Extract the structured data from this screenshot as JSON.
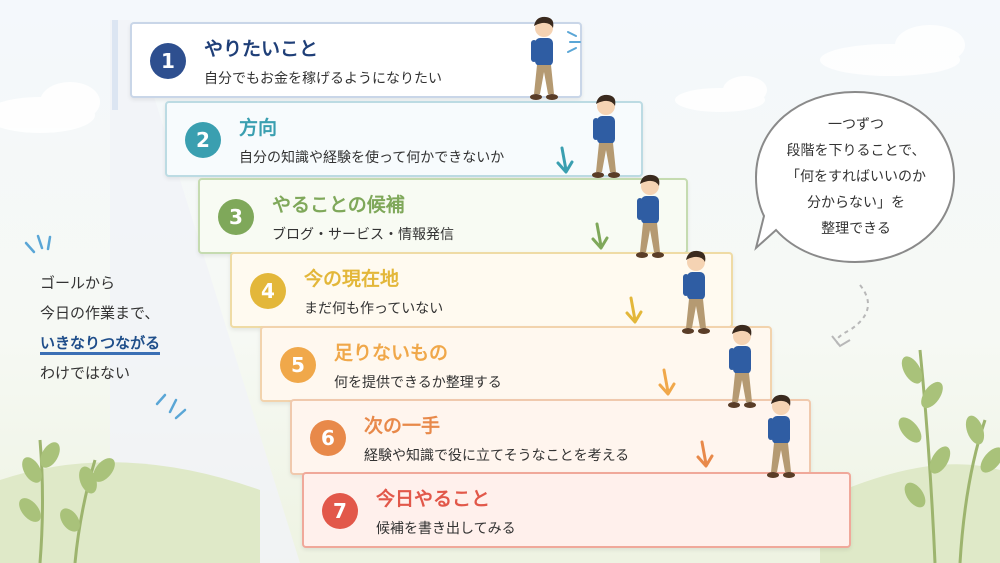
{
  "steps": [
    {
      "num": "1",
      "title": "やりたいこと",
      "desc": "自分でもお金を稼げるようになりたい",
      "color": "#2e4f8f",
      "bg": "#ffffff",
      "border": "#c9d6e8"
    },
    {
      "num": "2",
      "title": "方向",
      "desc": "自分の知識や経験を使って何かできないか",
      "color": "#3a9fb0",
      "bg": "#f7fbfd",
      "border": "#bcdbe3"
    },
    {
      "num": "3",
      "title": "やることの候補",
      "desc": "ブログ・サービス・情報発信",
      "color": "#7fa85a",
      "bg": "#f8fbf3",
      "border": "#c5dbb0"
    },
    {
      "num": "4",
      "title": "今の現在地",
      "desc": "まだ何も作っていない",
      "color": "#e3b73a",
      "bg": "#fffaf0",
      "border": "#efdba5"
    },
    {
      "num": "5",
      "title": "足りないもの",
      "desc": "何を提供できるか整理する",
      "color": "#f0a84a",
      "bg": "#fff8ef",
      "border": "#f2d3ad"
    },
    {
      "num": "6",
      "title": "次の一手",
      "desc": "経験や知識で役に立てそうなことを考える",
      "color": "#e8894a",
      "bg": "#fff5ee",
      "border": "#f0c9ad"
    },
    {
      "num": "7",
      "title": "今日やること",
      "desc": "候補を書き出してみる",
      "color": "#e2584a",
      "bg": "#fff0ec",
      "border": "#f0a89a"
    }
  ],
  "left_note": {
    "line1": "ゴールから",
    "line2": "今日の作業まで、",
    "line3": "いきなりつながる",
    "line4": "わけではない"
  },
  "bubble": {
    "line1": "一つずつ",
    "line2": "段階を下りることで、",
    "line3": "「何をすればいいのか",
    "line4": "分からない」を",
    "line5": "整理できる"
  }
}
